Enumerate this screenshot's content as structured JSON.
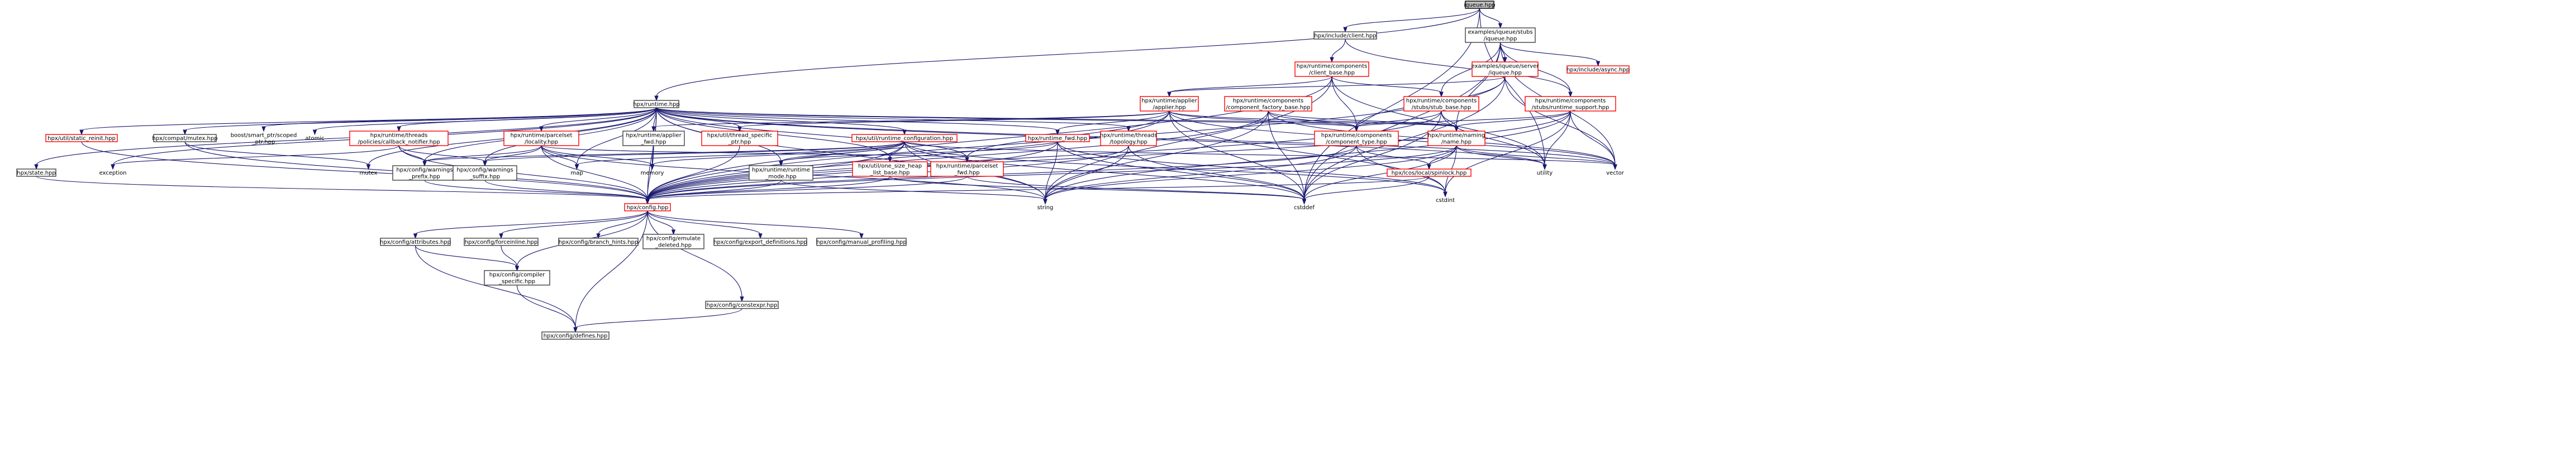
{
  "diagram": {
    "title": "",
    "colors": {
      "edge": "#191970",
      "root_fill": "#bfbfbf",
      "node_border": "#404040",
      "undocumented_border": "#ff0000"
    },
    "nodes": [
      {
        "id": "iqueue_hpp",
        "lines": [
          "iqueue.hpp"
        ],
        "style": "root"
      },
      {
        "id": "client_hpp",
        "lines": [
          "hpx/include/client.hpp"
        ],
        "style": "normal"
      },
      {
        "id": "stubs_iqueue_hpp",
        "lines": [
          "examples/iqueue/stubs",
          "/iqueue.hpp"
        ],
        "style": "normal"
      },
      {
        "id": "client_base_hpp",
        "lines": [
          "hpx/runtime/components",
          "/client_base.hpp"
        ],
        "style": "red"
      },
      {
        "id": "server_iqueue_hpp",
        "lines": [
          "examples/iqueue/server",
          "/iqueue.hpp"
        ],
        "style": "red"
      },
      {
        "id": "async_hpp",
        "lines": [
          "hpx/include/async.hpp"
        ],
        "style": "red"
      },
      {
        "id": "runtime_hpp",
        "lines": [
          "hpx/runtime.hpp"
        ],
        "style": "normal"
      },
      {
        "id": "applier_hpp",
        "lines": [
          "hpx/runtime/applier",
          "/applier.hpp"
        ],
        "style": "red"
      },
      {
        "id": "component_factory_base_hpp",
        "lines": [
          "hpx/runtime/components",
          "/component_factory_base.hpp"
        ],
        "style": "red"
      },
      {
        "id": "stub_base_hpp",
        "lines": [
          "hpx/runtime/components",
          "/stubs/stub_base.hpp"
        ],
        "style": "red"
      },
      {
        "id": "runtime_support_hpp",
        "lines": [
          "hpx/runtime/components",
          "/stubs/runtime_support.hpp"
        ],
        "style": "red"
      },
      {
        "id": "static_reinit_hpp",
        "lines": [
          "hpx/util/static_reinit.hpp"
        ],
        "style": "red"
      },
      {
        "id": "compat_mutex_hpp",
        "lines": [
          "hpx/compat/mutex.hpp"
        ],
        "style": "normal"
      },
      {
        "id": "smart_ptr_scoped_hpp",
        "lines": [
          "boost/smart_ptr/scoped",
          "_ptr.hpp"
        ],
        "style": "gray"
      },
      {
        "id": "atomic",
        "lines": [
          "atomic"
        ],
        "style": "gray"
      },
      {
        "id": "callback_notifier_hpp",
        "lines": [
          "hpx/runtime/threads",
          "/policies/callback_notifier.hpp"
        ],
        "style": "red"
      },
      {
        "id": "locality_hpp",
        "lines": [
          "hpx/runtime/parcelset",
          "/locality.hpp"
        ],
        "style": "red"
      },
      {
        "id": "applier_fwd_hpp",
        "lines": [
          "hpx/runtime/applier",
          "_fwd.hpp"
        ],
        "style": "normal"
      },
      {
        "id": "thread_specific_ptr_hpp",
        "lines": [
          "hpx/util/thread_specific",
          "_ptr.hpp"
        ],
        "style": "red"
      },
      {
        "id": "runtime_configuration_hpp",
        "lines": [
          "hpx/util/runtime_configuration.hpp"
        ],
        "style": "red"
      },
      {
        "id": "runtime_fwd_hpp",
        "lines": [
          "hpx/runtime_fwd.hpp"
        ],
        "style": "red"
      },
      {
        "id": "topology_hpp",
        "lines": [
          "hpx/runtime/threads",
          "/topology.hpp"
        ],
        "style": "red"
      },
      {
        "id": "component_type_hpp",
        "lines": [
          "hpx/runtime/components",
          "/component_type.hpp"
        ],
        "style": "red"
      },
      {
        "id": "naming_name_hpp",
        "lines": [
          "hpx/runtime/naming",
          "/name.hpp"
        ],
        "style": "red"
      },
      {
        "id": "state_hpp",
        "lines": [
          "hpx/state.hpp"
        ],
        "style": "normal"
      },
      {
        "id": "exception",
        "lines": [
          "exception"
        ],
        "style": "gray"
      },
      {
        "id": "mutex",
        "lines": [
          "mutex"
        ],
        "style": "gray"
      },
      {
        "id": "warnings_prefix_hpp",
        "lines": [
          "hpx/config/warnings",
          "_prefix.hpp"
        ],
        "style": "normal"
      },
      {
        "id": "warnings_suffix_hpp",
        "lines": [
          "hpx/config/warnings",
          "_suffix.hpp"
        ],
        "style": "normal"
      },
      {
        "id": "map",
        "lines": [
          "map"
        ],
        "style": "gray"
      },
      {
        "id": "memory",
        "lines": [
          "memory"
        ],
        "style": "gray"
      },
      {
        "id": "runtime_mode_hpp",
        "lines": [
          "hpx/runtime/runtime",
          "_mode.hpp"
        ],
        "style": "normal"
      },
      {
        "id": "one_size_heap_list_base_hpp",
        "lines": [
          "hpx/util/one_size_heap",
          "_list_base.hpp"
        ],
        "style": "red"
      },
      {
        "id": "parcelset_fwd_hpp",
        "lines": [
          "hpx/runtime/parcelset",
          "_fwd.hpp"
        ],
        "style": "red"
      },
      {
        "id": "local_spinlock_hpp",
        "lines": [
          "hpx/lcos/local/spinlock.hpp"
        ],
        "style": "red"
      },
      {
        "id": "utility",
        "lines": [
          "utility"
        ],
        "style": "gray"
      },
      {
        "id": "vector",
        "lines": [
          "vector"
        ],
        "style": "gray"
      },
      {
        "id": "string",
        "lines": [
          "string"
        ],
        "style": "gray"
      },
      {
        "id": "cstddef",
        "lines": [
          "cstddef"
        ],
        "style": "gray"
      },
      {
        "id": "cstdint",
        "lines": [
          "cstdint"
        ],
        "style": "gray"
      },
      {
        "id": "config_hpp",
        "lines": [
          "hpx/config.hpp"
        ],
        "style": "red"
      },
      {
        "id": "attributes_hpp",
        "lines": [
          "hpx/config/attributes.hpp"
        ],
        "style": "normal"
      },
      {
        "id": "forceinline_hpp",
        "lines": [
          "hpx/config/forceinline.hpp"
        ],
        "style": "normal"
      },
      {
        "id": "branch_hints_hpp",
        "lines": [
          "hpx/config/branch_hints.hpp"
        ],
        "style": "normal"
      },
      {
        "id": "emulate_deleted_hpp",
        "lines": [
          "hpx/config/emulate",
          "_deleted.hpp"
        ],
        "style": "normal"
      },
      {
        "id": "export_definitions_hpp",
        "lines": [
          "hpx/config/export_definitions.hpp"
        ],
        "style": "normal"
      },
      {
        "id": "manual_profiling_hpp",
        "lines": [
          "hpx/config/manual_profiling.hpp"
        ],
        "style": "normal"
      },
      {
        "id": "compiler_specific_hpp",
        "lines": [
          "hpx/config/compiler",
          "_specific.hpp"
        ],
        "style": "normal"
      },
      {
        "id": "constexpr_hpp",
        "lines": [
          "hpx/config/constexpr.hpp"
        ],
        "style": "normal"
      },
      {
        "id": "defines_hpp",
        "lines": [
          "hpx/config/defines.hpp"
        ],
        "style": "normal"
      }
    ],
    "edges": [
      [
        "iqueue_hpp",
        "client_hpp"
      ],
      [
        "iqueue_hpp",
        "stubs_iqueue_hpp"
      ],
      [
        "iqueue_hpp",
        "runtime_hpp"
      ],
      [
        "iqueue_hpp",
        "cstddef"
      ],
      [
        "iqueue_hpp",
        "utility"
      ],
      [
        "client_hpp",
        "client_base_hpp"
      ],
      [
        "client_hpp",
        "runtime_support_hpp"
      ],
      [
        "stubs_iqueue_hpp",
        "server_iqueue_hpp"
      ],
      [
        "stubs_iqueue_hpp",
        "async_hpp"
      ],
      [
        "stubs_iqueue_hpp",
        "stub_base_hpp"
      ],
      [
        "stubs_iqueue_hpp",
        "runtime_support_hpp"
      ],
      [
        "stubs_iqueue_hpp",
        "naming_name_hpp"
      ],
      [
        "stubs_iqueue_hpp",
        "vector"
      ],
      [
        "stubs_iqueue_hpp",
        "cstddef"
      ],
      [
        "client_base_hpp",
        "config_hpp"
      ],
      [
        "client_base_hpp",
        "applier_hpp"
      ],
      [
        "client_base_hpp",
        "component_type_hpp"
      ],
      [
        "client_base_hpp",
        "stub_base_hpp"
      ],
      [
        "client_base_hpp",
        "string"
      ],
      [
        "client_base_hpp",
        "utility"
      ],
      [
        "server_iqueue_hpp",
        "config_hpp"
      ],
      [
        "server_iqueue_hpp",
        "applier_hpp"
      ],
      [
        "server_iqueue_hpp",
        "component_type_hpp"
      ],
      [
        "server_iqueue_hpp",
        "vector"
      ],
      [
        "server_iqueue_hpp",
        "cstddef"
      ],
      [
        "runtime_hpp",
        "config_hpp"
      ],
      [
        "runtime_hpp",
        "static_reinit_hpp"
      ],
      [
        "runtime_hpp",
        "compat_mutex_hpp"
      ],
      [
        "runtime_hpp",
        "smart_ptr_scoped_hpp"
      ],
      [
        "runtime_hpp",
        "atomic"
      ],
      [
        "runtime_hpp",
        "callback_notifier_hpp"
      ],
      [
        "runtime_hpp",
        "locality_hpp"
      ],
      [
        "runtime_hpp",
        "applier_fwd_hpp"
      ],
      [
        "runtime_hpp",
        "thread_specific_ptr_hpp"
      ],
      [
        "runtime_hpp",
        "runtime_configuration_hpp"
      ],
      [
        "runtime_hpp",
        "runtime_fwd_hpp"
      ],
      [
        "runtime_hpp",
        "topology_hpp"
      ],
      [
        "runtime_hpp",
        "component_type_hpp"
      ],
      [
        "runtime_hpp",
        "naming_name_hpp"
      ],
      [
        "runtime_hpp",
        "state_hpp"
      ],
      [
        "runtime_hpp",
        "exception"
      ],
      [
        "runtime_hpp",
        "mutex"
      ],
      [
        "runtime_hpp",
        "warnings_prefix_hpp"
      ],
      [
        "runtime_hpp",
        "warnings_suffix_hpp"
      ],
      [
        "runtime_hpp",
        "map"
      ],
      [
        "runtime_hpp",
        "memory"
      ],
      [
        "runtime_hpp",
        "runtime_mode_hpp"
      ],
      [
        "runtime_hpp",
        "one_size_heap_list_base_hpp"
      ],
      [
        "runtime_hpp",
        "parcelset_fwd_hpp"
      ],
      [
        "runtime_hpp",
        "string"
      ],
      [
        "runtime_hpp",
        "vector"
      ],
      [
        "runtime_hpp",
        "utility"
      ],
      [
        "applier_hpp",
        "config_hpp"
      ],
      [
        "applier_hpp",
        "applier_fwd_hpp"
      ],
      [
        "applier_hpp",
        "component_type_hpp"
      ],
      [
        "applier_hpp",
        "naming_name_hpp"
      ],
      [
        "applier_hpp",
        "thread_specific_ptr_hpp"
      ],
      [
        "applier_hpp",
        "runtime_fwd_hpp"
      ],
      [
        "applier_hpp",
        "parcelset_fwd_hpp"
      ],
      [
        "applier_hpp",
        "cstddef"
      ],
      [
        "applier_hpp",
        "cstdint"
      ],
      [
        "applier_hpp",
        "vector"
      ],
      [
        "component_factory_base_hpp",
        "config_hpp"
      ],
      [
        "component_factory_base_hpp",
        "component_type_hpp"
      ],
      [
        "component_factory_base_hpp",
        "naming_name_hpp"
      ],
      [
        "component_factory_base_hpp",
        "string"
      ],
      [
        "component_factory_base_hpp",
        "vector"
      ],
      [
        "component_factory_base_hpp",
        "cstddef"
      ],
      [
        "stub_base_hpp",
        "config_hpp"
      ],
      [
        "stub_base_hpp",
        "component_type_hpp"
      ],
      [
        "stub_base_hpp",
        "naming_name_hpp"
      ],
      [
        "stub_base_hpp",
        "utility"
      ],
      [
        "stub_base_hpp",
        "cstddef"
      ],
      [
        "runtime_support_hpp",
        "config_hpp"
      ],
      [
        "runtime_support_hpp",
        "component_type_hpp"
      ],
      [
        "runtime_support_hpp",
        "naming_name_hpp"
      ],
      [
        "runtime_support_hpp",
        "vector"
      ],
      [
        "runtime_support_hpp",
        "utility"
      ],
      [
        "runtime_support_hpp",
        "cstdint"
      ],
      [
        "runtime_support_hpp",
        "string"
      ],
      [
        "static_reinit_hpp",
        "config_hpp"
      ],
      [
        "compat_mutex_hpp",
        "config_hpp"
      ],
      [
        "compat_mutex_hpp",
        "mutex"
      ],
      [
        "callback_notifier_hpp",
        "config_hpp"
      ],
      [
        "callback_notifier_hpp",
        "warnings_prefix_hpp"
      ],
      [
        "callback_notifier_hpp",
        "warnings_suffix_hpp"
      ],
      [
        "callback_notifier_hpp",
        "exception"
      ],
      [
        "locality_hpp",
        "config_hpp"
      ],
      [
        "locality_hpp",
        "warnings_prefix_hpp"
      ],
      [
        "locality_hpp",
        "warnings_suffix_hpp"
      ],
      [
        "locality_hpp",
        "map"
      ],
      [
        "locality_hpp",
        "memory"
      ],
      [
        "locality_hpp",
        "string"
      ],
      [
        "locality_hpp",
        "parcelset_fwd_hpp"
      ],
      [
        "applier_fwd_hpp",
        "config_hpp"
      ],
      [
        "thread_specific_ptr_hpp",
        "config_hpp"
      ],
      [
        "runtime_configuration_hpp",
        "config_hpp"
      ],
      [
        "runtime_configuration_hpp",
        "runtime_mode_hpp"
      ],
      [
        "runtime_configuration_hpp",
        "one_size_heap_list_base_hpp"
      ],
      [
        "runtime_configuration_hpp",
        "warnings_prefix_hpp"
      ],
      [
        "runtime_configuration_hpp",
        "warnings_suffix_hpp"
      ],
      [
        "runtime_configuration_hpp",
        "map"
      ],
      [
        "runtime_configuration_hpp",
        "memory"
      ],
      [
        "runtime_configuration_hpp",
        "string"
      ],
      [
        "runtime_configuration_hpp",
        "vector"
      ],
      [
        "runtime_configuration_hpp",
        "cstddef"
      ],
      [
        "runtime_configuration_hpp",
        "cstdint"
      ],
      [
        "runtime_fwd_hpp",
        "config_hpp"
      ],
      [
        "runtime_fwd_hpp",
        "runtime_mode_hpp"
      ],
      [
        "runtime_fwd_hpp",
        "string"
      ],
      [
        "runtime_fwd_hpp",
        "cstdint"
      ],
      [
        "runtime_fwd_hpp",
        "cstddef"
      ],
      [
        "topology_hpp",
        "config_hpp"
      ],
      [
        "topology_hpp",
        "cstddef"
      ],
      [
        "topology_hpp",
        "string"
      ],
      [
        "component_type_hpp",
        "config_hpp"
      ],
      [
        "component_type_hpp",
        "cstdint"
      ],
      [
        "component_type_hpp",
        "string"
      ],
      [
        "component_type_hpp",
        "local_spinlock_hpp"
      ],
      [
        "naming_name_hpp",
        "config_hpp"
      ],
      [
        "naming_name_hpp",
        "local_spinlock_hpp"
      ],
      [
        "naming_name_hpp",
        "cstddef"
      ],
      [
        "naming_name_hpp",
        "cstdint"
      ],
      [
        "naming_name_hpp",
        "vector"
      ],
      [
        "naming_name_hpp",
        "utility"
      ],
      [
        "naming_name_hpp",
        "string"
      ],
      [
        "state_hpp",
        "config_hpp"
      ],
      [
        "warnings_prefix_hpp",
        "config_hpp"
      ],
      [
        "warnings_suffix_hpp",
        "config_hpp"
      ],
      [
        "runtime_mode_hpp",
        "config_hpp"
      ],
      [
        "runtime_mode_hpp",
        "string"
      ],
      [
        "one_size_heap_list_base_hpp",
        "config_hpp"
      ],
      [
        "one_size_heap_list_base_hpp",
        "cstddef"
      ],
      [
        "parcelset_fwd_hpp",
        "config_hpp"
      ],
      [
        "parcelset_fwd_hpp",
        "cstddef"
      ],
      [
        "local_spinlock_hpp",
        "config_hpp"
      ],
      [
        "local_spinlock_hpp",
        "cstddef"
      ],
      [
        "config_hpp",
        "attributes_hpp"
      ],
      [
        "config_hpp",
        "forceinline_hpp"
      ],
      [
        "config_hpp",
        "branch_hints_hpp"
      ],
      [
        "config_hpp",
        "emulate_deleted_hpp"
      ],
      [
        "config_hpp",
        "export_definitions_hpp"
      ],
      [
        "config_hpp",
        "manual_profiling_hpp"
      ],
      [
        "config_hpp",
        "compiler_specific_hpp"
      ],
      [
        "config_hpp",
        "constexpr_hpp"
      ],
      [
        "config_hpp",
        "defines_hpp"
      ],
      [
        "attributes_hpp",
        "compiler_specific_hpp"
      ],
      [
        "attributes_hpp",
        "defines_hpp"
      ],
      [
        "forceinline_hpp",
        "compiler_specific_hpp"
      ],
      [
        "compiler_specific_hpp",
        "defines_hpp"
      ],
      [
        "constexpr_hpp",
        "defines_hpp"
      ]
    ]
  }
}
